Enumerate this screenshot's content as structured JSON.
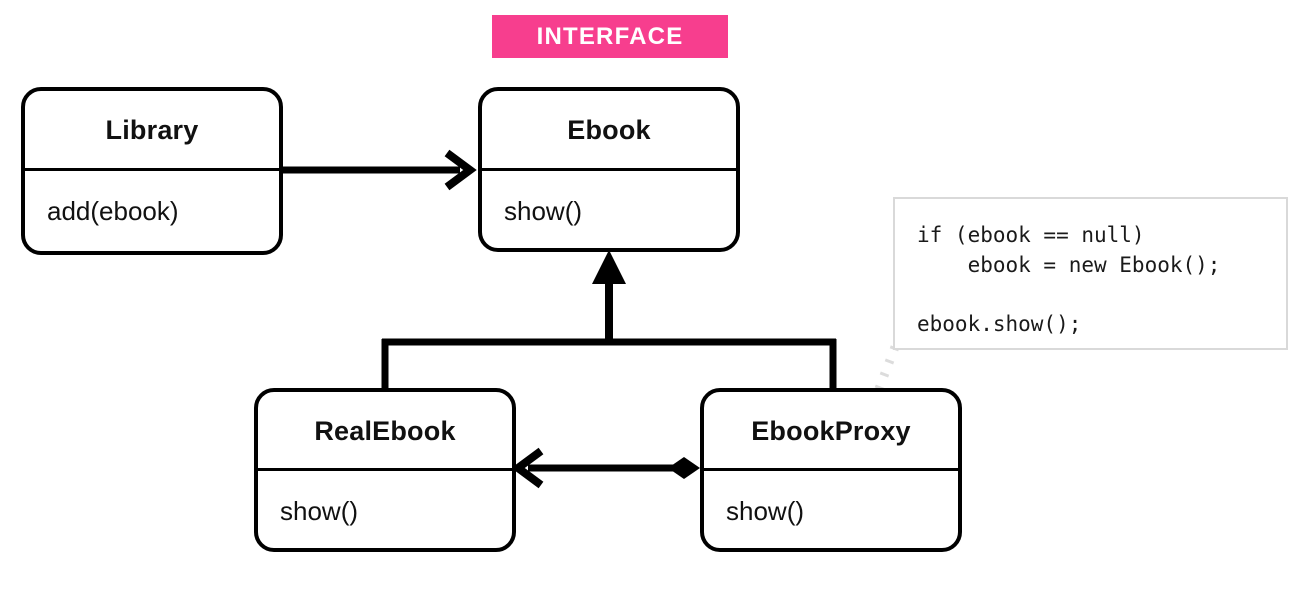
{
  "diagram": {
    "title_badge": {
      "label": "INTERFACE",
      "color": "#f73e8e",
      "text_color": "#ffffff"
    },
    "classes": [
      {
        "id": "library",
        "name": "Library",
        "members": [
          "add(ebook)"
        ]
      },
      {
        "id": "ebook",
        "name": "Ebook",
        "members": [
          "show()"
        ],
        "stereotype": "INTERFACE"
      },
      {
        "id": "realebook",
        "name": "RealEbook",
        "members": [
          "show()"
        ]
      },
      {
        "id": "ebookproxy",
        "name": "EbookProxy",
        "members": [
          "show()"
        ]
      }
    ],
    "relations": [
      {
        "id": "library-to-ebook",
        "from": "library",
        "to": "ebook",
        "type": "association",
        "arrow": "open-arrow"
      },
      {
        "id": "realebook-inherits-ebook",
        "from": "realebook",
        "to": "ebook",
        "type": "realization",
        "arrow": "solid-triangle"
      },
      {
        "id": "ebookproxy-inherits-ebook",
        "from": "ebookproxy",
        "to": "ebook",
        "type": "realization",
        "arrow": "solid-triangle"
      },
      {
        "id": "ebookproxy-composes-realebook",
        "from": "ebookproxy",
        "to": "realebook",
        "type": "composition",
        "arrow": "filled-diamond-open-arrow"
      },
      {
        "id": "note-link",
        "from": "code-note",
        "to": "ebookproxy",
        "type": "note-anchor",
        "arrow": "dotted"
      }
    ],
    "code_note": {
      "lines": [
        "if (ebook == null)",
        "    ebook = new Ebook();",
        "",
        "ebook.show();"
      ],
      "border_color": "#d9d9d9"
    },
    "stroke_color": "#000000"
  }
}
